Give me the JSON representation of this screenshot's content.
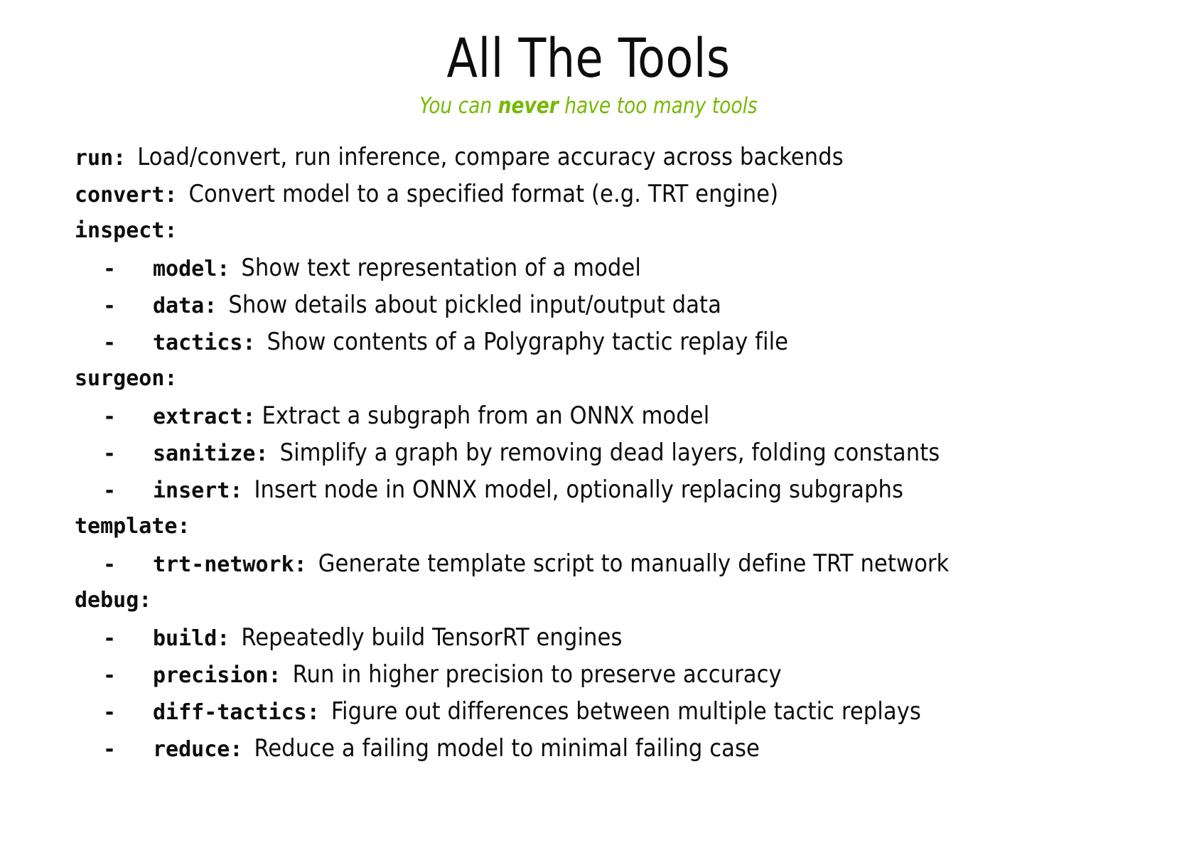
{
  "header": {
    "title": "All The Tools",
    "subtitle_before": "You can ",
    "subtitle_emphasis": "never",
    "subtitle_after": " have too many tools",
    "accent_color": "#76B900",
    "text_color": "#0d0d0d"
  },
  "tools": [
    {
      "level": "top",
      "command": "run:",
      "description": "Load/convert, run inference, compare accuracy across backends",
      "gap": "md"
    },
    {
      "level": "top",
      "command": "convert:",
      "description": "Convert model to a specified format (e.g. TRT engine)",
      "gap": "md"
    },
    {
      "level": "top",
      "command": "inspect:",
      "description": "",
      "gap": "md"
    },
    {
      "level": "sub",
      "bullet": "-",
      "command": "model:",
      "description": "Show text representation of a model",
      "gap": "md"
    },
    {
      "level": "sub",
      "bullet": "-",
      "command": "data:",
      "description": "Show details about pickled input/output data",
      "gap": "md"
    },
    {
      "level": "sub",
      "bullet": "-",
      "command": "tactics:",
      "description": "Show contents of a Polygraphy tactic replay file",
      "gap": "md"
    },
    {
      "level": "top",
      "command": "surgeon:",
      "description": "",
      "gap": "md"
    },
    {
      "level": "sub",
      "bullet": "-",
      "command": "extract:",
      "description": "Extract a subgraph from an ONNX model",
      "gap": "sm"
    },
    {
      "level": "sub",
      "bullet": "-",
      "command": "sanitize:",
      "description": "Simplify a graph by removing dead layers, folding constants",
      "gap": "md"
    },
    {
      "level": "sub",
      "bullet": "-",
      "command": "insert:",
      "description": "Insert node in ONNX model, optionally replacing subgraphs",
      "gap": "md"
    },
    {
      "level": "top",
      "command": "template:",
      "description": "",
      "gap": "md"
    },
    {
      "level": "sub",
      "bullet": "-",
      "command": "trt-network:",
      "description": "Generate template script to manually define TRT network",
      "gap": "md"
    },
    {
      "level": "top",
      "command": "debug:",
      "description": "",
      "gap": "md"
    },
    {
      "level": "sub",
      "bullet": "-",
      "command": "build:",
      "description": "Repeatedly build TensorRT engines",
      "gap": "md"
    },
    {
      "level": "sub",
      "bullet": "-",
      "command": "precision:",
      "description": "Run in higher precision to preserve accuracy",
      "gap": "md"
    },
    {
      "level": "sub",
      "bullet": "-",
      "command": "diff-tactics:",
      "description": "Figure out differences between multiple tactic replays",
      "gap": "md"
    },
    {
      "level": "sub",
      "bullet": "-",
      "command": "reduce:",
      "description": "Reduce a failing model to minimal failing case",
      "gap": "md"
    }
  ]
}
